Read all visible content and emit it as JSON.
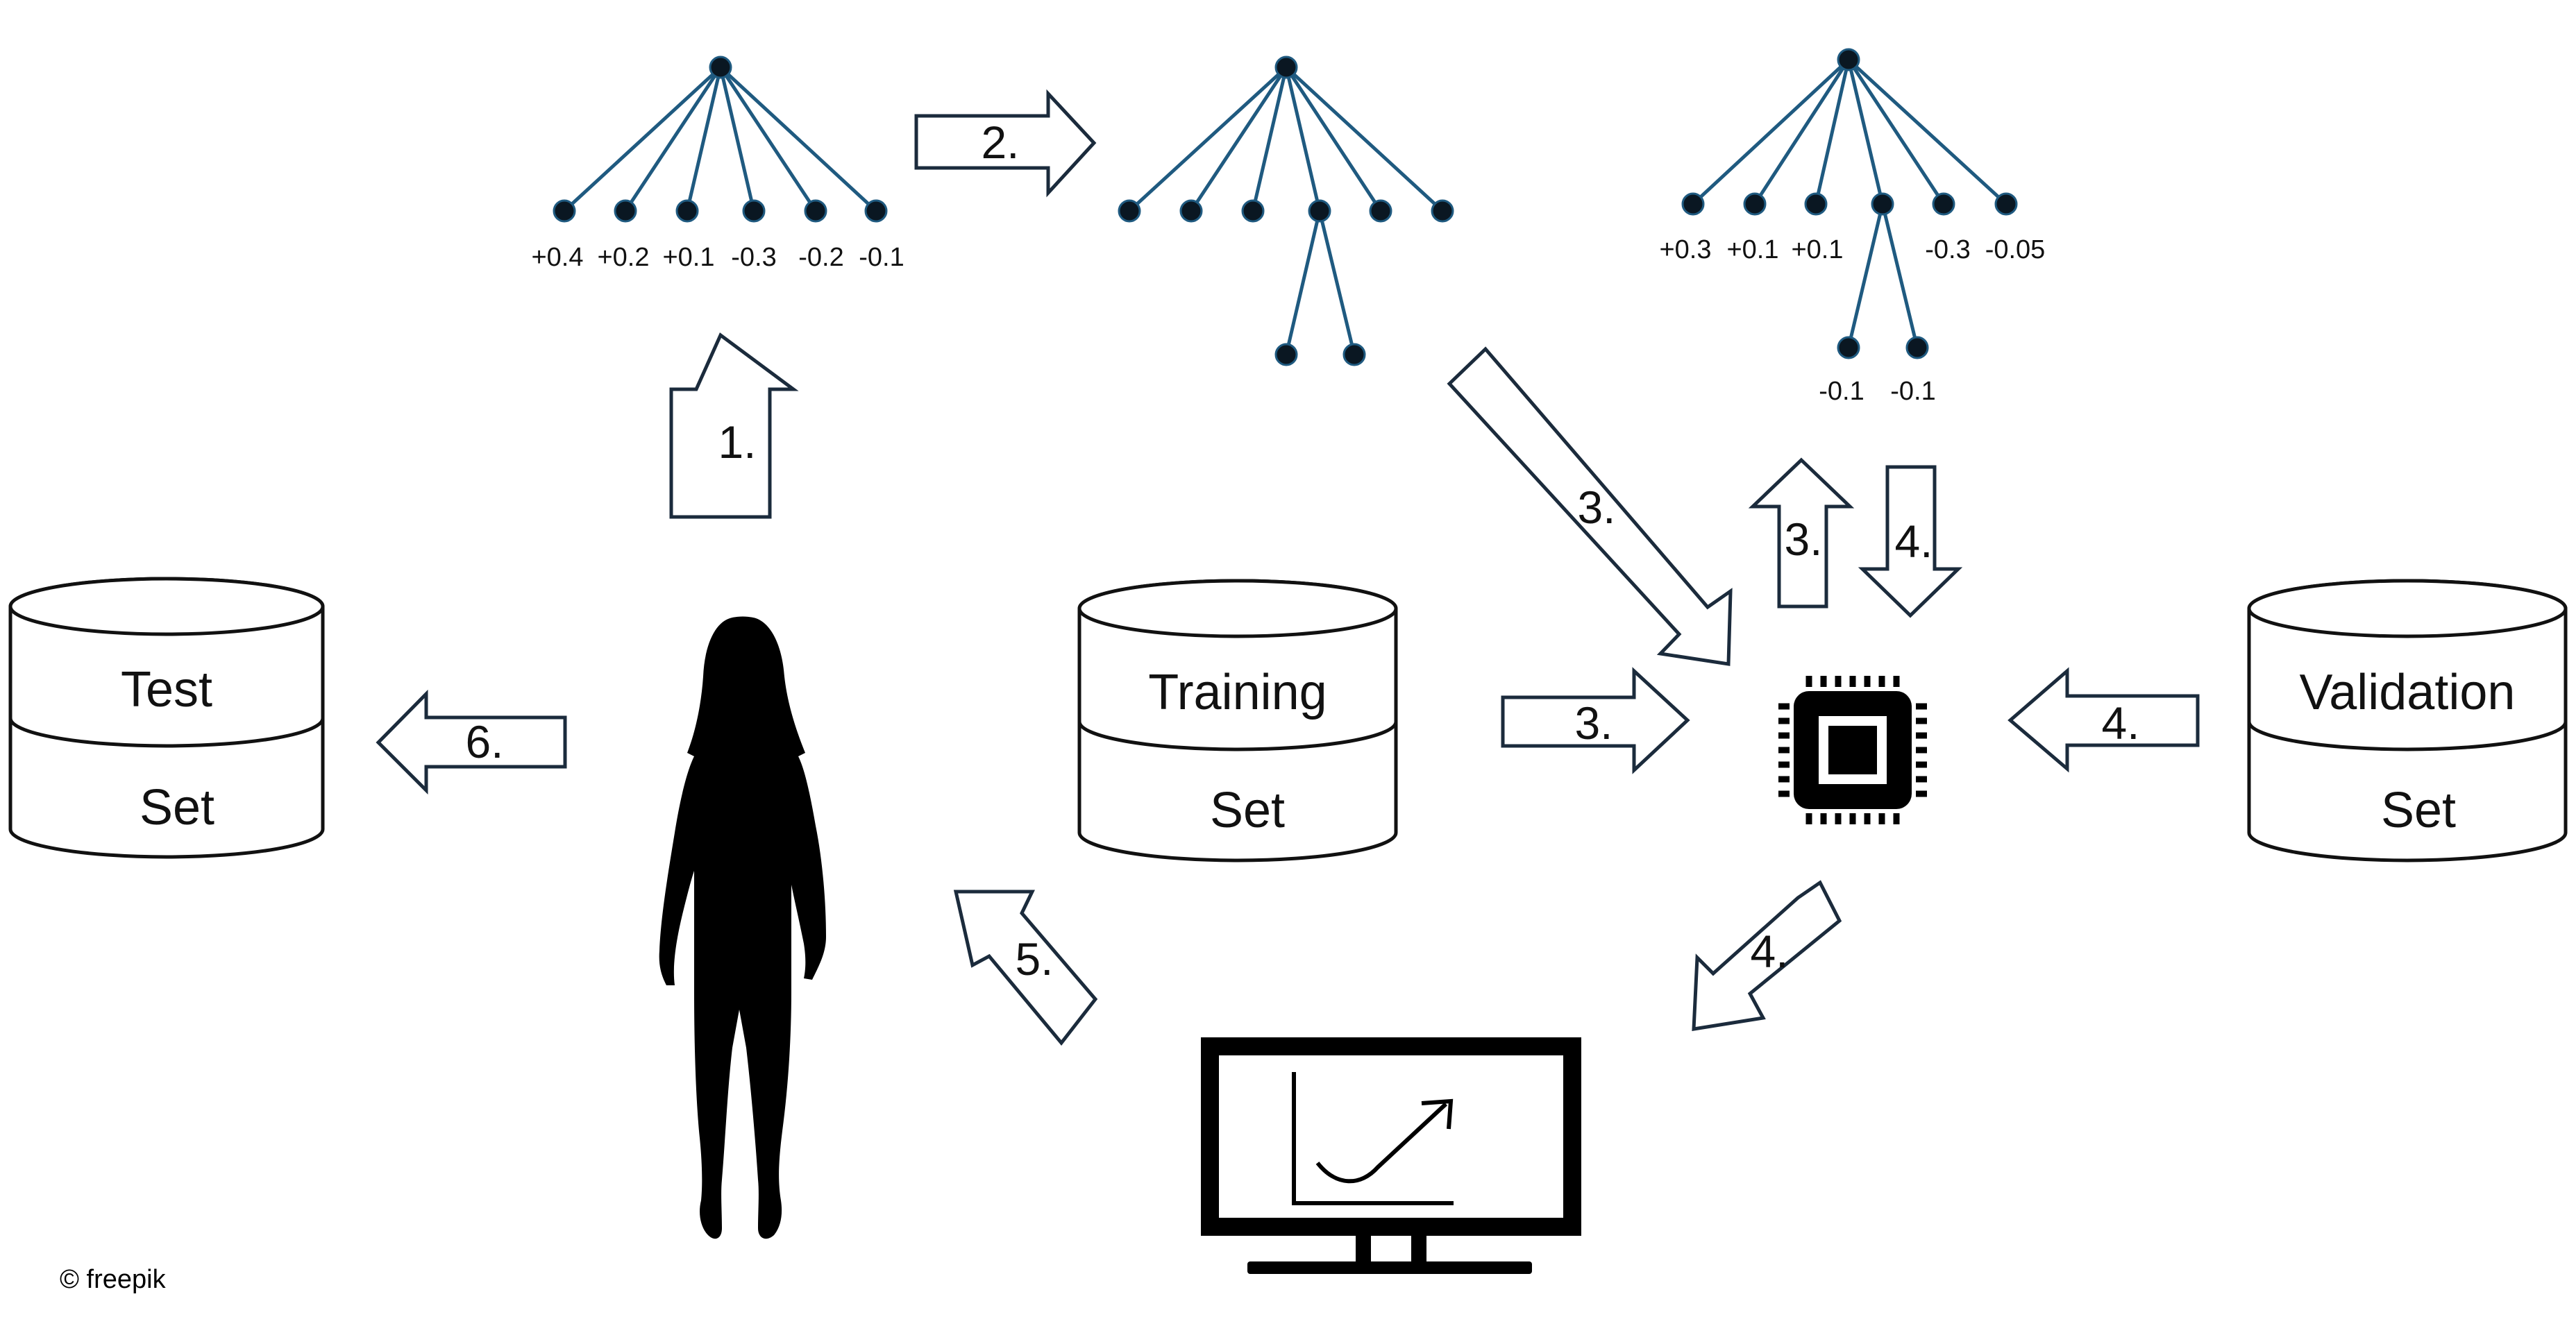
{
  "databases": {
    "test": {
      "line1": "Test",
      "line2": "Set"
    },
    "training": {
      "line1": "Training",
      "line2": "Set"
    },
    "validation": {
      "line1": "Validation",
      "line2": "Set"
    }
  },
  "steps": {
    "s1": "1.",
    "s2": "2.",
    "s3_diag": "3.",
    "s3_up": "3.",
    "s3_right": "3.",
    "s4_down": "4.",
    "s4_left": "4.",
    "s4_diag": "4.",
    "s5": "5.",
    "s6": "6."
  },
  "trees": {
    "tree1_leaf_values": [
      "+0.4",
      "+0.2",
      "+0.1",
      "-0.3",
      "-0.2",
      "-0.1"
    ],
    "tree3_leaf_values": [
      "+0.3",
      "+0.1",
      "+0.1",
      "-0.3",
      "-0.05"
    ],
    "tree3_subleaf_values": [
      "-0.1",
      "-0.1"
    ]
  },
  "credit": "© freepik",
  "icons": {
    "processor": "cpu-chip-icon",
    "monitor": "monitor-chart-icon",
    "person": "person-silhouette-icon"
  },
  "colors": {
    "tree_edge": "#1f5a80",
    "tree_node": "#0a1722",
    "arrow_outline": "#1b2b3c"
  }
}
